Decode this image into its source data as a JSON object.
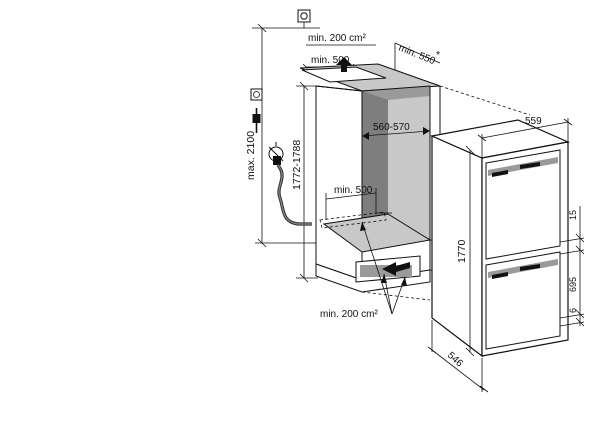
{
  "labels": {
    "ceiling_vent": "min. 200 cm²",
    "top_opening": "min. 500",
    "depth_niche": "min. 550",
    "depth_asterisk": "*",
    "total_height": "max. 2100",
    "niche_height": "1772-1788",
    "niche_width": "560-570",
    "bottom_opening": "min. 500",
    "floor_vent": "min. 200 cm²",
    "appliance_width": "559",
    "appliance_height": "1770",
    "appliance_depth": "546",
    "gap_top": "15",
    "door_height": "695",
    "gap_bottom": "6"
  },
  "icons": {
    "ventilation": "ventilation-symbol-icon",
    "socket": "power-socket-icon",
    "plug": "power-plug-icon",
    "water_tap": "water-tap-icon",
    "water_hose": "water-hose-icon"
  },
  "colors": {
    "line": "#111111",
    "niche_wall": "#9a9a9a",
    "niche_light": "#c8c8c8",
    "background": "#ffffff"
  }
}
